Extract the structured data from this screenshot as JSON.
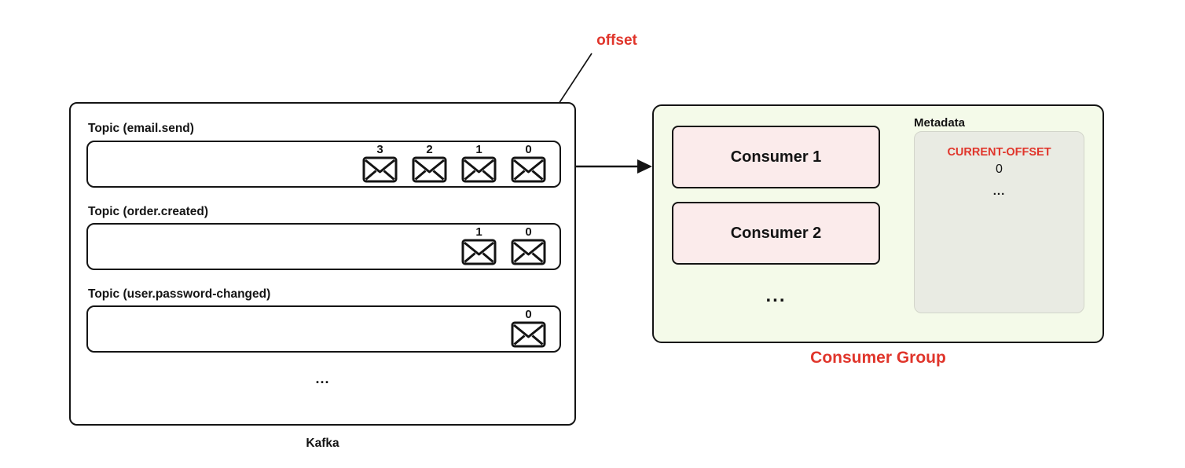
{
  "colors": {
    "red": "#e0352b",
    "ink": "#141414",
    "group_bg": "#f4fae9",
    "consumer_bg": "#fbebeb",
    "metadata_bg": "#e9ebe3"
  },
  "annotations": {
    "offset": "offset"
  },
  "kafka": {
    "caption": "Kafka",
    "ellipsis": "...",
    "topics": [
      {
        "label": "Topic (email.send)",
        "offsets": [
          "3",
          "2",
          "1",
          "0"
        ]
      },
      {
        "label": "Topic (order.created)",
        "offsets": [
          "1",
          "0"
        ]
      },
      {
        "label": "Topic (user.password-changed)",
        "offsets": [
          "0"
        ]
      }
    ]
  },
  "consumer_group": {
    "caption": "Consumer Group",
    "consumers": [
      {
        "label": "Consumer 1"
      },
      {
        "label": "Consumer 2"
      }
    ],
    "ellipsis": "...",
    "metadata": {
      "label": "Metadata",
      "field": "CURRENT-OFFSET",
      "value": "0",
      "ellipsis": "..."
    }
  }
}
